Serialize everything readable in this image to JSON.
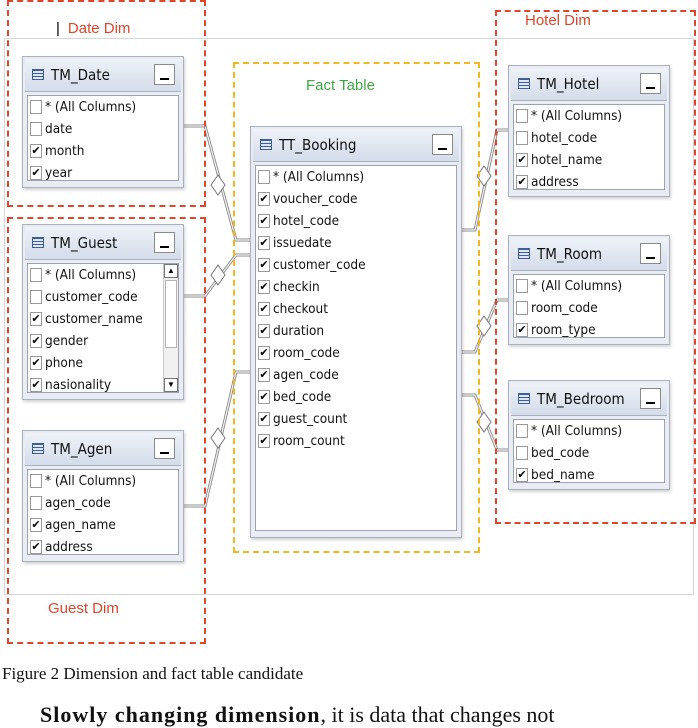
{
  "regions": {
    "date_dim": {
      "label": "Date Dim",
      "color": "#e0452a"
    },
    "guest_dim": {
      "label": "Guest Dim",
      "color": "#e0452a"
    },
    "hotel_dim": {
      "label": "Hotel Dim",
      "color": "#e0452a"
    },
    "fact_table": {
      "label": "Fact Table",
      "color": "#f0b81f",
      "label_color": "#3fa845"
    }
  },
  "tables": {
    "tm_date": {
      "title": "TM_Date",
      "columns": [
        {
          "name": "* (All Columns)",
          "checked": false
        },
        {
          "name": "date",
          "checked": false
        },
        {
          "name": "month",
          "checked": true
        },
        {
          "name": "year",
          "checked": true
        }
      ]
    },
    "tm_guest": {
      "title": "TM_Guest",
      "columns": [
        {
          "name": "* (All Columns)",
          "checked": false
        },
        {
          "name": "customer_code",
          "checked": false
        },
        {
          "name": "customer_name",
          "checked": true
        },
        {
          "name": "gender",
          "checked": true
        },
        {
          "name": "phone",
          "checked": true
        },
        {
          "name": "nasionality",
          "checked": true
        }
      ]
    },
    "tm_agen": {
      "title": "TM_Agen",
      "columns": [
        {
          "name": "* (All Columns)",
          "checked": false
        },
        {
          "name": "agen_code",
          "checked": false
        },
        {
          "name": "agen_name",
          "checked": true
        },
        {
          "name": "address",
          "checked": true
        }
      ]
    },
    "tt_booking": {
      "title": "TT_Booking",
      "columns": [
        {
          "name": "* (All Columns)",
          "checked": false
        },
        {
          "name": "voucher_code",
          "checked": true
        },
        {
          "name": "hotel_code",
          "checked": true
        },
        {
          "name": "issuedate",
          "checked": true
        },
        {
          "name": "customer_code",
          "checked": true
        },
        {
          "name": "checkin",
          "checked": true
        },
        {
          "name": "checkout",
          "checked": true
        },
        {
          "name": "duration",
          "checked": true
        },
        {
          "name": "room_code",
          "checked": true
        },
        {
          "name": "agen_code",
          "checked": true
        },
        {
          "name": "bed_code",
          "checked": true
        },
        {
          "name": "guest_count",
          "checked": true
        },
        {
          "name": "room_count",
          "checked": true
        }
      ]
    },
    "tm_hotel": {
      "title": "TM_Hotel",
      "columns": [
        {
          "name": "* (All Columns)",
          "checked": false
        },
        {
          "name": "hotel_code",
          "checked": false
        },
        {
          "name": "hotel_name",
          "checked": true
        },
        {
          "name": "address",
          "checked": true
        }
      ]
    },
    "tm_room": {
      "title": "TM_Room",
      "columns": [
        {
          "name": "* (All Columns)",
          "checked": false
        },
        {
          "name": "room_code",
          "checked": false
        },
        {
          "name": "room_type",
          "checked": true
        }
      ]
    },
    "tm_bedroom": {
      "title": "TM_Bedroom",
      "columns": [
        {
          "name": "* (All Columns)",
          "checked": false
        },
        {
          "name": "bed_code",
          "checked": false
        },
        {
          "name": "bed_name",
          "checked": true
        }
      ]
    }
  },
  "icons": {
    "table": "table-icon",
    "minimize": "minimize-icon",
    "check": "✔",
    "scroll_up": "▲",
    "scroll_down": "▼"
  },
  "caption": "Figure 2 Dimension and fact table candidate",
  "body_text": {
    "bold": "Slowly changing dimension",
    "rest": ", it is data that changes not"
  }
}
